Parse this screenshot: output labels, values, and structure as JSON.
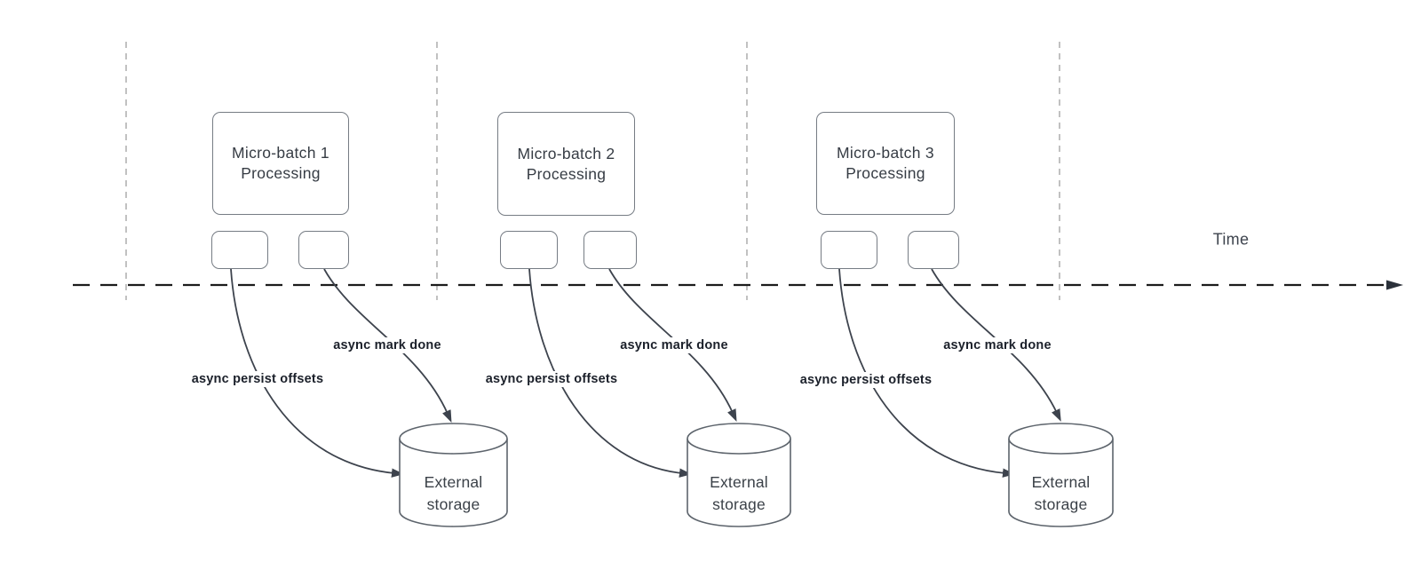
{
  "diagram": {
    "time_axis": {
      "label": "Time"
    },
    "batches": [
      {
        "box_line1": "Micro-batch 1",
        "box_line2": "Processing",
        "persist_arrow_label": "async persist offsets",
        "mark_done_arrow_label": "async mark done",
        "storage_line1": "External",
        "storage_line2": "storage"
      },
      {
        "box_line1": "Micro-batch 2",
        "box_line2": "Processing",
        "persist_arrow_label": "async persist offsets",
        "mark_done_arrow_label": "async mark done",
        "storage_line1": "External",
        "storage_line2": "storage"
      },
      {
        "box_line1": "Micro-batch 3",
        "box_line2": "Processing",
        "persist_arrow_label": "async persist offsets",
        "mark_done_arrow_label": "async mark done",
        "storage_line1": "External",
        "storage_line2": "storage"
      }
    ],
    "colors": {
      "background": "#ffffff",
      "guide_line": "#a7a7a7",
      "time_axis": "#1c1c1c",
      "wire": "#3d434d",
      "node_border": "#767c84",
      "node_text": "#363c44",
      "label_text": "#1b202a"
    }
  }
}
